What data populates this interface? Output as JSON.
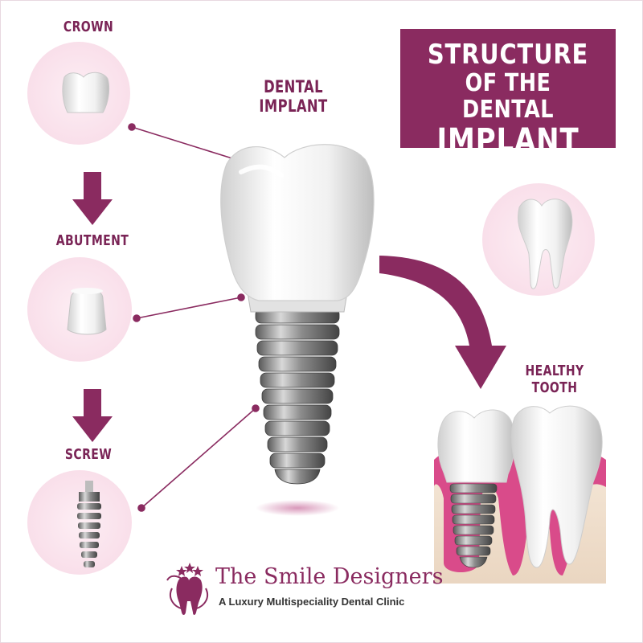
{
  "title": {
    "line1": "STRUCTURE",
    "line2": "OF THE DENTAL",
    "line3": "IMPLANT"
  },
  "labels": {
    "crown": "CROWN",
    "abutment": "ABUTMENT",
    "screw": "SCREW",
    "dental_implant_1": "DENTAL",
    "dental_implant_2": "IMPLANT",
    "healthy_tooth_1": "HEALTHY",
    "healthy_tooth_2": "TOOTH"
  },
  "brand": {
    "name": "The Smile Designers",
    "tagline": "A Luxury Multispeciality Dental Clinic"
  },
  "colors": {
    "accent": "#8a2b60",
    "label": "#7a2456",
    "circle_bg": "#f9dfea",
    "gum": "#d94b8a",
    "bone": "#f1e1cf"
  },
  "icons": [
    "crown-icon",
    "abutment-icon",
    "screw-icon",
    "tooth-icon",
    "logo-tooth-icon"
  ]
}
